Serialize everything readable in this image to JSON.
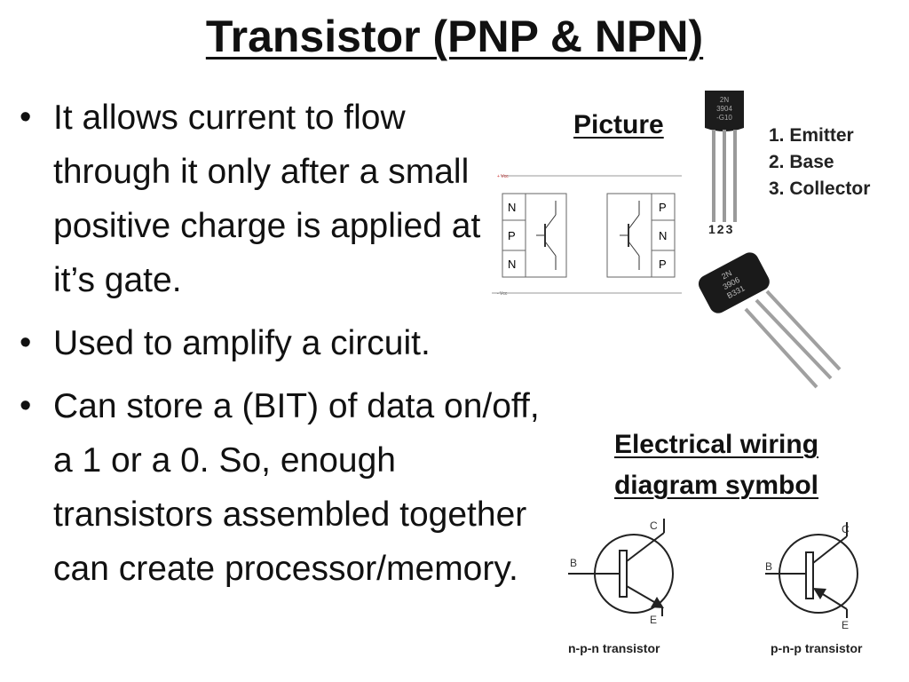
{
  "slide": {
    "title": "Transistor (PNP & NPN)",
    "bullets": [
      "It allows current to flow through it only after a small positive charge is applied at it’s gate.",
      "Used to amplify a circuit.",
      "Can store a (BIT) of data on/off, a 1 or a 0.  So, enough transistors assembled together can create processor/memory."
    ],
    "picture_heading": "Picture",
    "wiring_heading": "Electrical wiring diagram symbol",
    "pin_legend": [
      "1. Emitter",
      "2. Base",
      "3. Collector"
    ],
    "pin_numbers": "123",
    "layer_diagram": {
      "npn_layers": [
        "N",
        "P",
        "N"
      ],
      "pnp_layers": [
        "P",
        "N",
        "P"
      ],
      "top_rail": "+ Vcc",
      "bottom_rail": "- Vcc"
    },
    "symbols": {
      "npn_label": "n-p-n transistor",
      "pnp_label": "p-n-p transistor",
      "terminal_b": "B",
      "terminal_c": "C",
      "terminal_e": "E"
    },
    "package_markings": {
      "top": [
        "2N",
        "3904",
        "-G10"
      ],
      "bottom": [
        "2N",
        "3906",
        "B331"
      ]
    }
  }
}
